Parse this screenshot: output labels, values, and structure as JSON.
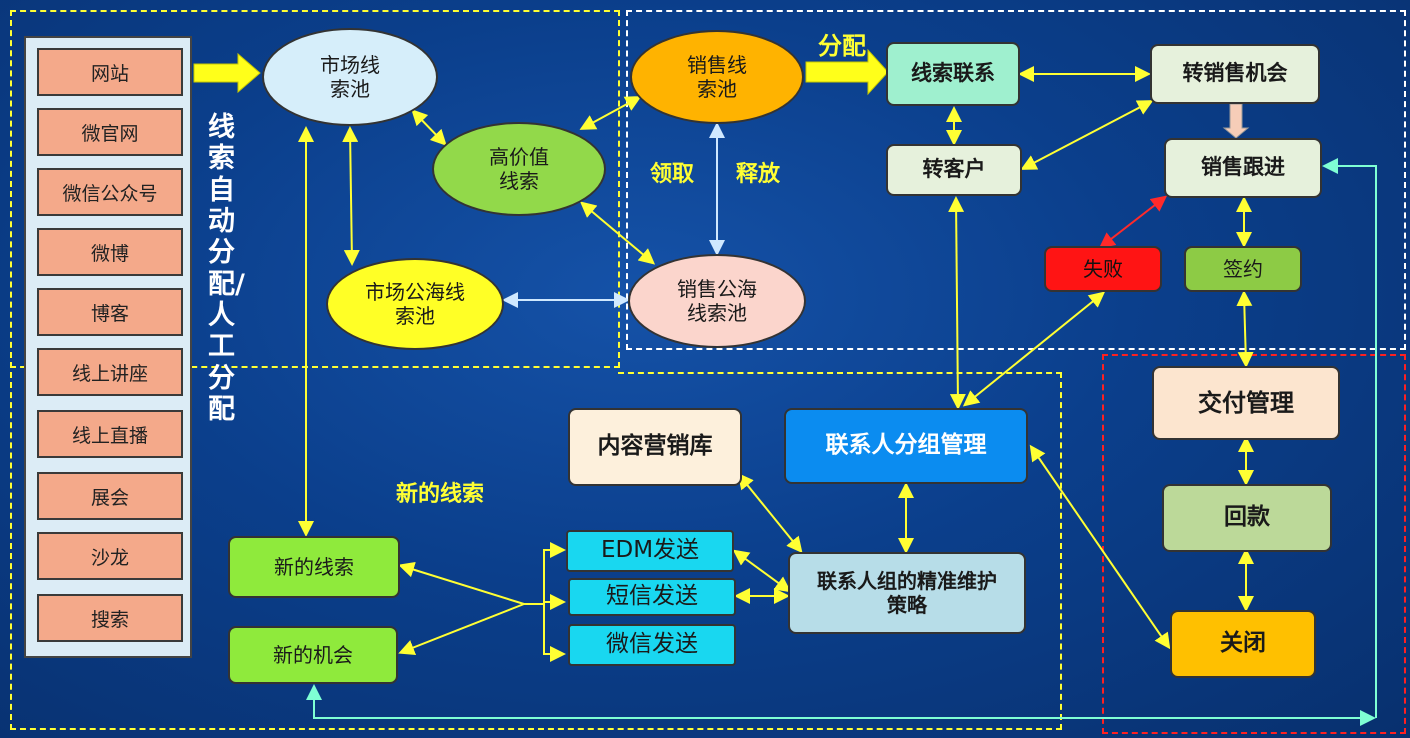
{
  "sources": [
    "网站",
    "微官网",
    "微信公众号",
    "微博",
    "博客",
    "线上讲座",
    "线上直播",
    "展会",
    "沙龙",
    "搜索"
  ],
  "labels": {
    "auto_assign": "线索自动分配/人工分配",
    "assign": "分配",
    "claim": "领取",
    "release": "释放",
    "new_leads_region": "新的线索"
  },
  "nodes": {
    "market_pool": "市场线索池",
    "high_value": "高价值线索",
    "market_public": "市场公海线索池",
    "sales_pool": "销售线索池",
    "sales_public": "销售公海线索池",
    "lead_contact": "线索联系",
    "to_customer": "转客户",
    "to_opportunity": "转销售机会",
    "sales_follow": "销售跟进",
    "fail": "失败",
    "sign": "签约",
    "delivery": "交付管理",
    "payment": "回款",
    "close": "关闭",
    "content_lib": "内容营销库",
    "contact_group": "联系人分组管理",
    "strategy": "联系人组的精准维护策略",
    "new_leads": "新的线索",
    "new_opp": "新的机会",
    "edm": "EDM发送",
    "sms": "短信发送",
    "wechat_send": "微信发送"
  },
  "colors": {
    "background": "#0b3f8c",
    "arrow": "#ffff33",
    "link_light": "#cfe8ff",
    "teal_line": "#7fffd4",
    "source_fill": "#f4a98a"
  }
}
